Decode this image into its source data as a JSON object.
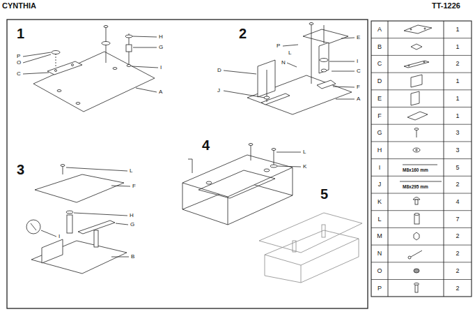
{
  "diagram": {
    "title": "CYNTHIA",
    "labels": [
      "TT-1226",
      "1",
      "2",
      "3",
      "4",
      "5",
      "H",
      "G",
      "P",
      "O",
      "C",
      "I",
      "A",
      "E",
      "P",
      "L",
      "N",
      "I",
      "C",
      "D",
      "J",
      "F",
      "A",
      "L",
      "F",
      "H",
      "G",
      "I",
      "B",
      "L",
      "K",
      "A",
      "1",
      "B",
      "1",
      "C",
      "2",
      "D",
      "1",
      "E",
      "1",
      "F",
      "1",
      "G",
      "3",
      "H",
      "3",
      "I",
      "M8x160 mm",
      "5",
      "J",
      "M8x295 mm",
      "2",
      "K",
      "4",
      "L",
      "7",
      "M",
      "2",
      "N",
      "2",
      "O",
      "2",
      "P",
      "2"
    ]
  }
}
